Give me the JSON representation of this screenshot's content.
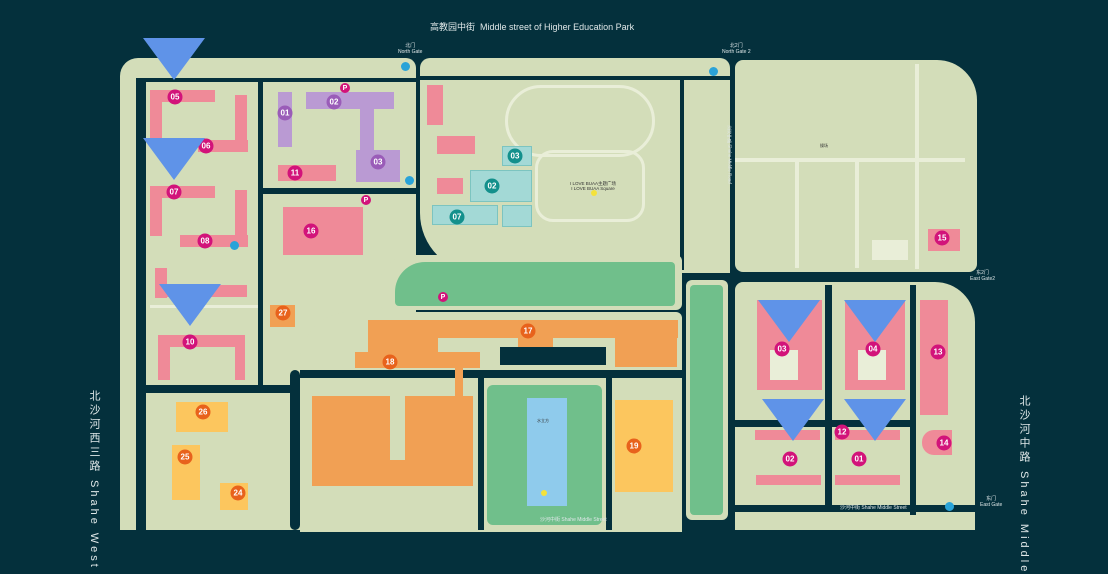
{
  "header": {
    "street_cn": "高教园中街",
    "street_en": "Middle street of Higher Education Park"
  },
  "gates": {
    "north_cn": "北门",
    "north_en": "North Gate",
    "north2_cn": "北2门",
    "north2_en": "North Gate 2",
    "east2_cn": "东2门",
    "east2_en": "East Gate2",
    "east_cn": "东门",
    "east_en": "East Gate"
  },
  "roads": {
    "west": "北沙河西三路  Shahe West",
    "east": "北沙河中路  Shahe Middle",
    "middle_road": "沙河中路 Shahe Middle Road",
    "middle_street": "沙河中街 Shahe Middle Street"
  },
  "places": {
    "square": "I LOVE BUAA主题广场",
    "square_en": "I LOVE BUAA Square",
    "field": "操场",
    "pool": "水立方"
  },
  "buildings": {
    "w05": "05",
    "w06": "06",
    "w07": "07",
    "w08": "08",
    "w10": "10",
    "p01": "01",
    "p02": "02",
    "p03": "03",
    "w11": "11",
    "w16": "16",
    "o27": "27",
    "o17": "17",
    "o18": "18",
    "y19": "19",
    "y24": "24",
    "y25": "25",
    "y26": "26",
    "t03": "03",
    "t02": "02",
    "t07": "07",
    "m15": "15",
    "e03": "03",
    "e04": "04",
    "e13": "13",
    "e12": "12",
    "e14": "14",
    "e02": "02",
    "e01": "01"
  },
  "icons": {
    "parking": "P"
  },
  "colors": {
    "background": "#04303c",
    "land": "#d3ddb9",
    "dorm": "#ef8a98",
    "marker": "#d2137a",
    "academic": "#f1a054",
    "sports": "#a3d9d6",
    "pointer": "#5f93e8"
  }
}
